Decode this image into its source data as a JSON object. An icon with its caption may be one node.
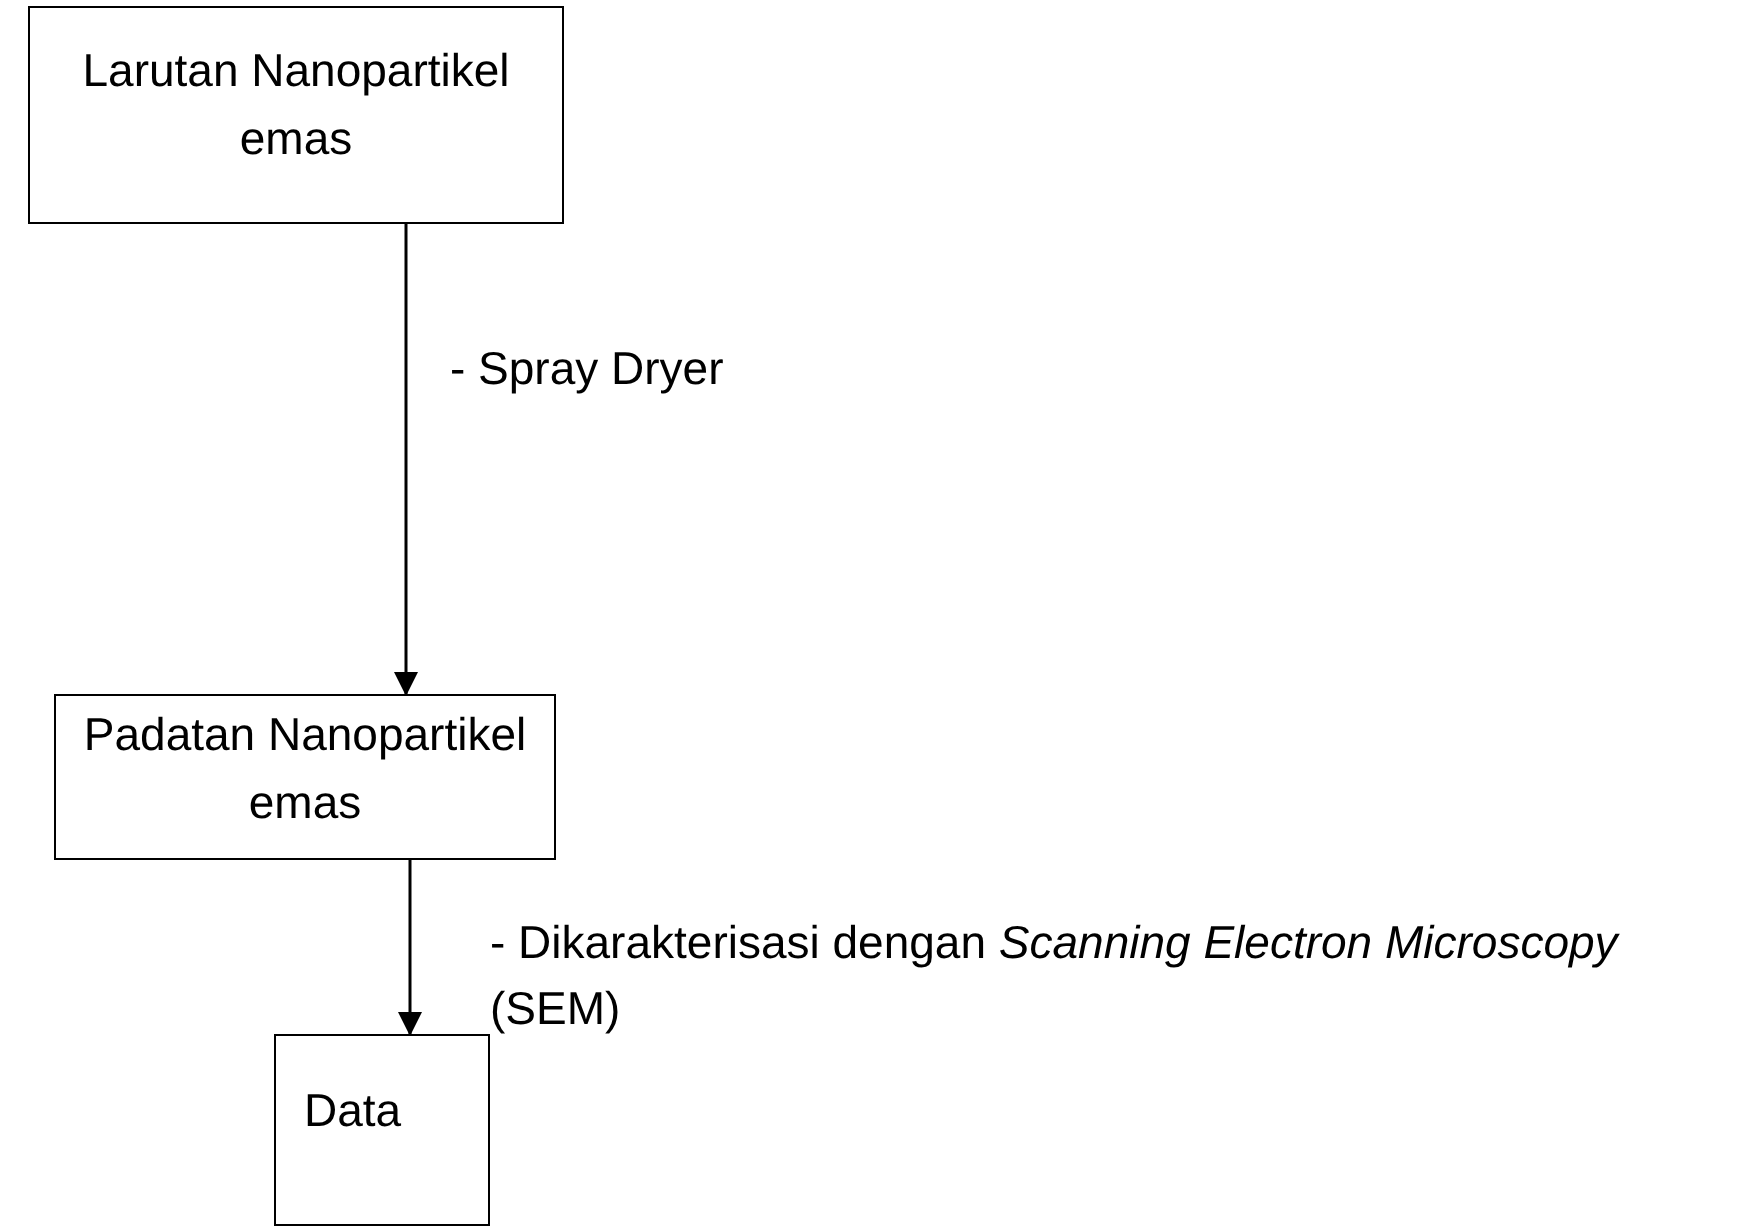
{
  "diagram": {
    "nodes": [
      {
        "text": [
          "Larutan Nanopartikel emas"
        ]
      },
      {
        "text": [
          "Padatan Nanopartikel emas"
        ]
      },
      {
        "text": [
          "Data"
        ]
      }
    ],
    "edges": [
      {
        "from": 0,
        "to": 1,
        "arrow": "to",
        "label": "- Spray Dryer"
      },
      {
        "from": 1,
        "to": 2,
        "arrow": "to",
        "label": "- Dikarakterisasi dengan *Scanning Electron Microscopy* (SEM)"
      }
    ]
  }
}
